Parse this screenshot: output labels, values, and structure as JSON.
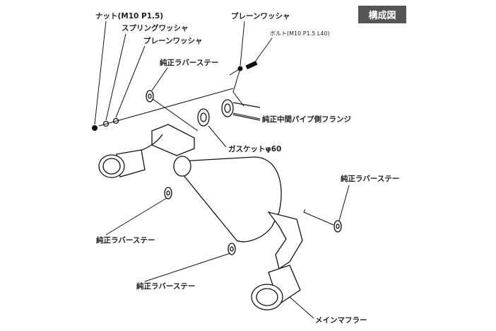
{
  "title_badge": "構成図",
  "labels": {
    "nut": "ナット(M10 P1.5)",
    "spring_washer": "スプリングワッシャ",
    "plain_washer_left": "プレーンワッシャ",
    "rubber_stay_top": "純正ラバーステー",
    "plain_washer_right": "プレーンワッシャ",
    "bolt": "ボルト(M10 P1.5 L40)",
    "flange": "純正中間パイプ側フランジ",
    "gasket": "ガスケットφ60",
    "rubber_stay_right": "純正ラバーステー",
    "rubber_stay_left": "純正ラバーステー",
    "rubber_stay_bottom": "純正ラバーステー",
    "main_muffler": "メインマフラー"
  }
}
